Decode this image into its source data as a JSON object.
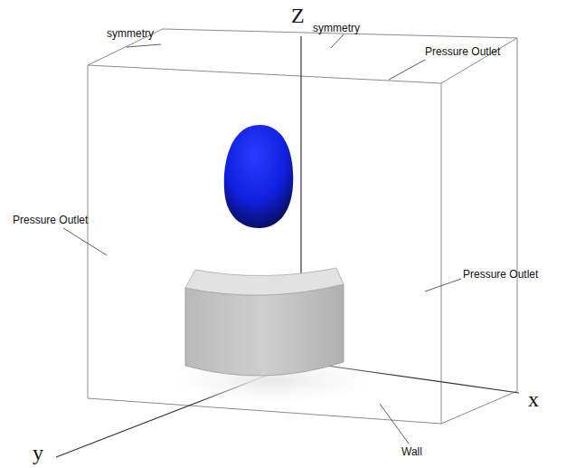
{
  "diagram": {
    "labels": [
      "Z",
      "symmetry",
      "symmetry",
      "Pressure Outlet",
      "Pressure Outlet",
      "Pressure Outlet",
      "x",
      "y",
      "Wall"
    ]
  }
}
